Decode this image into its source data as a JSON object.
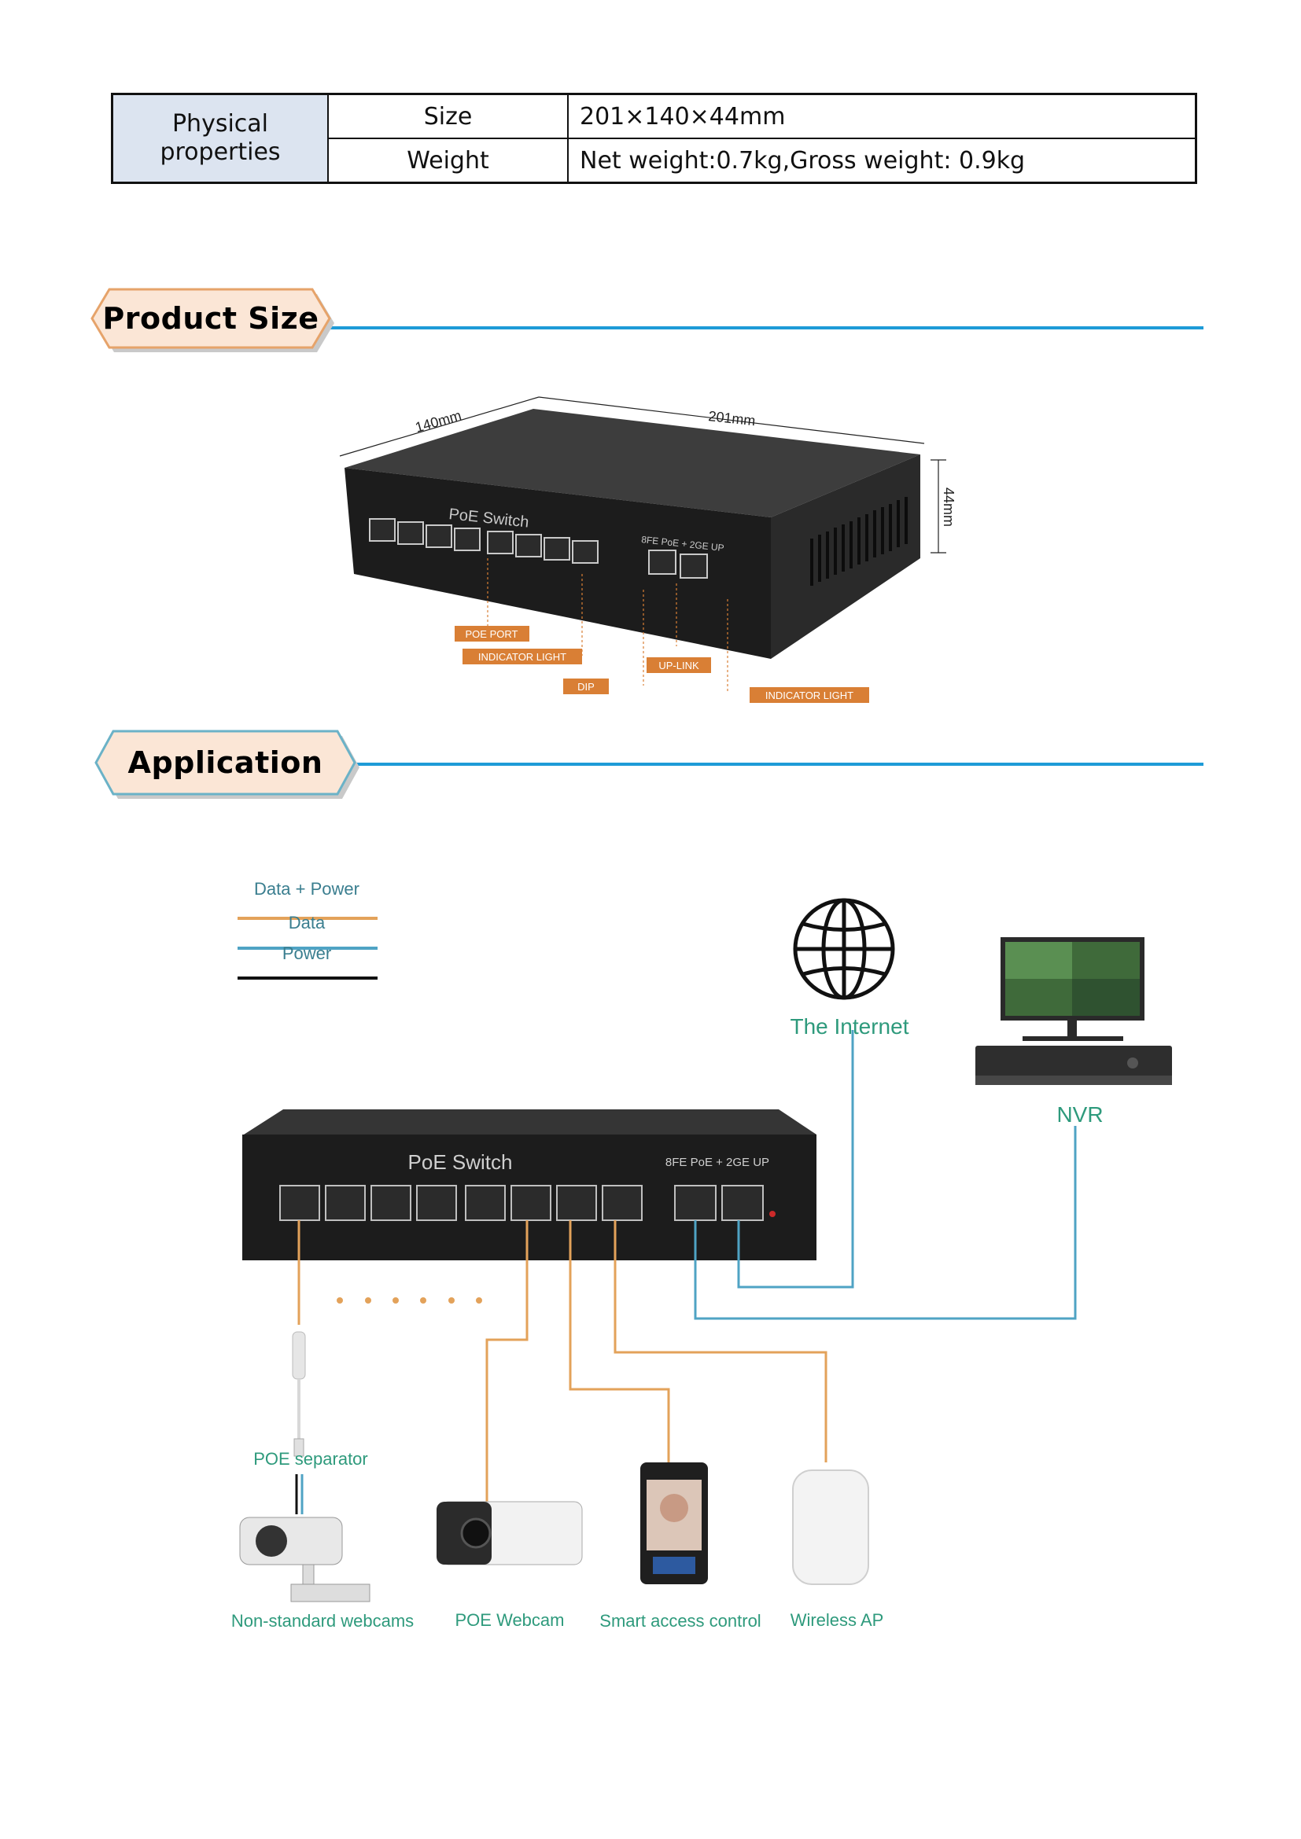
{
  "spec_table": {
    "group_label": "Physical properties",
    "rows": [
      {
        "key": "Size",
        "value": "201×140×44mm"
      },
      {
        "key": "Weight",
        "value": "Net weight:0.7kg,Gross weight: 0.9kg"
      }
    ]
  },
  "sections": {
    "product_size": "Product Size",
    "application": "Application"
  },
  "product_diagram": {
    "device_label": "PoE Switch",
    "device_sublabel": "8FE PoE + 2GE UP",
    "dimensions": {
      "length": "201mm",
      "depth": "140mm",
      "height": "44mm"
    },
    "callouts": [
      "POE PORT",
      "INDICATOR LIGHT",
      "DIP",
      "UP-LINK",
      "INDICATOR LIGHT"
    ]
  },
  "application_diagram": {
    "legend": [
      "Data + Power",
      "Data",
      "Power"
    ],
    "device_label": "PoE Switch",
    "device_sublabel": "8FE PoE + 2GE UP",
    "nodes": {
      "internet": "The Internet",
      "nvr": "NVR",
      "separator": "POE separator",
      "non_standard": "Non-standard webcams",
      "poe_webcam": "POE Webcam",
      "access_control": "Smart access control",
      "wireless_ap": "Wireless AP"
    },
    "colors": {
      "data_power": "#e3a25a",
      "data": "#4fa3c4",
      "power": "#111111"
    }
  }
}
